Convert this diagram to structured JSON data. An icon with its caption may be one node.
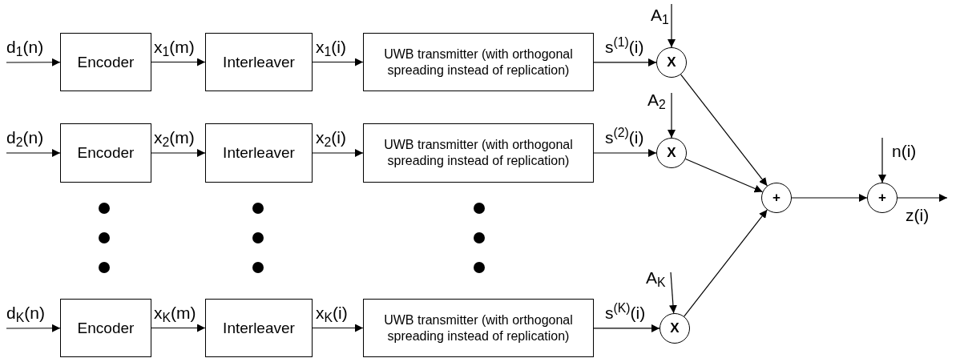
{
  "diagram": {
    "nodes": [
      {
        "text": [
          "Encoder"
        ]
      },
      {
        "text": [
          "Interleaver"
        ]
      },
      {
        "text": [
          "UWB transmitter (with orthogonal spreading instead of replication)"
        ]
      },
      {
        "text": [
          "X"
        ]
      },
      {
        "text": [
          "Encoder"
        ]
      },
      {
        "text": [
          "Interleaver"
        ]
      },
      {
        "text": [
          "UWB transmitter (with orthogonal spreading instead of replication)"
        ]
      },
      {
        "text": [
          "X"
        ]
      },
      {
        "text": [
          "Encoder"
        ]
      },
      {
        "text": [
          "Interleaver"
        ]
      },
      {
        "text": [
          "UWB transmitter (with orthogonal spreading instead of replication)"
        ]
      },
      {
        "text": [
          "X"
        ]
      },
      {
        "text": [
          "+"
        ]
      },
      {
        "text": [
          "+"
        ]
      }
    ],
    "edges": [
      {
        "from": null,
        "to": 0,
        "arrow": "to",
        "label": "d$_{1}$(n)"
      },
      {
        "from": 0,
        "to": 1,
        "arrow": "to",
        "label": "x$_{1}$(m)"
      },
      {
        "from": 1,
        "to": 2,
        "arrow": "to",
        "label": "x$_{1}$(i)"
      },
      {
        "from": 2,
        "to": 3,
        "arrow": "to",
        "label": "s$^{(1)}$(i)"
      },
      {
        "from": null,
        "to": 3,
        "arrow": "to",
        "label": "A$_{1}$"
      },
      {
        "from": 3,
        "to": 12,
        "arrow": "to"
      },
      {
        "from": null,
        "to": 4,
        "arrow": "to",
        "label": "d$_{2}$(n)"
      },
      {
        "from": 4,
        "to": 5,
        "arrow": "to",
        "label": "x$_{2}$(m)"
      },
      {
        "from": 5,
        "to": 6,
        "arrow": "to",
        "label": "x$_{2}$(i)"
      },
      {
        "from": 6,
        "to": 7,
        "arrow": "to",
        "label": "s$^{(2)}$(i)"
      },
      {
        "from": null,
        "to": 7,
        "arrow": "to",
        "label": "A$_{2}$"
      },
      {
        "from": 7,
        "to": 12,
        "arrow": "to"
      },
      {
        "from": null,
        "to": 8,
        "arrow": "to",
        "label": "d$_{K}$(n)"
      },
      {
        "from": 8,
        "to": 9,
        "arrow": "to",
        "label": "x$_{K}$(m)"
      },
      {
        "from": 9,
        "to": 10,
        "arrow": "to",
        "label": "x$_{K}$(i)"
      },
      {
        "from": 10,
        "to": 11,
        "arrow": "to",
        "label": "s$^{(K)}$(i)"
      },
      {
        "from": null,
        "to": 11,
        "arrow": "to",
        "label": "A$_{K}$"
      },
      {
        "from": 11,
        "to": 12,
        "arrow": "to"
      },
      {
        "from": 12,
        "to": 13,
        "arrow": "to"
      },
      {
        "from": null,
        "to": 13,
        "arrow": "to",
        "label": "n(i)"
      },
      {
        "from": 13,
        "to": null,
        "arrow": "to",
        "label": "z(i)"
      }
    ]
  }
}
